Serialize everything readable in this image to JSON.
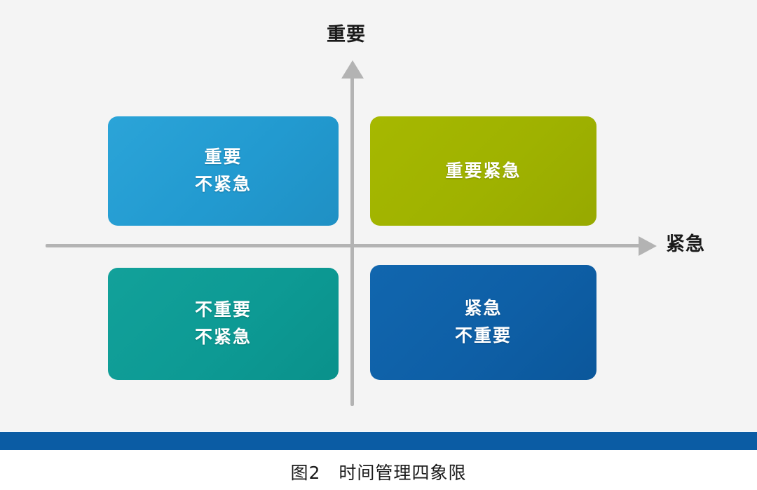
{
  "figure": {
    "background_color": "#f4f4f4",
    "caption": "图2　时间管理四象限",
    "rule_color": "#0b5ca4"
  },
  "axes": {
    "y_label": "重要",
    "x_label": "紧急",
    "line_color": "#b3b3b3"
  },
  "chart_data": {
    "type": "diagram",
    "title": "图2　时间管理四象限",
    "xlabel": "紧急",
    "ylabel": "重要",
    "quadrants": [
      {
        "id": "important-not-urgent",
        "position": "top-left",
        "lines": [
          "重要",
          "不紧急"
        ],
        "color": "#229ad0"
      },
      {
        "id": "important-urgent",
        "position": "top-right",
        "lines": [
          "重要紧急"
        ],
        "color": "#9fb200"
      },
      {
        "id": "not-important-not-urgent",
        "position": "bottom-left",
        "lines": [
          "不重要",
          "不紧急"
        ],
        "color": "#0d9a94"
      },
      {
        "id": "urgent-not-important",
        "position": "bottom-right",
        "lines": [
          "紧急",
          "不重要"
        ],
        "color": "#0e5fa6"
      }
    ]
  }
}
